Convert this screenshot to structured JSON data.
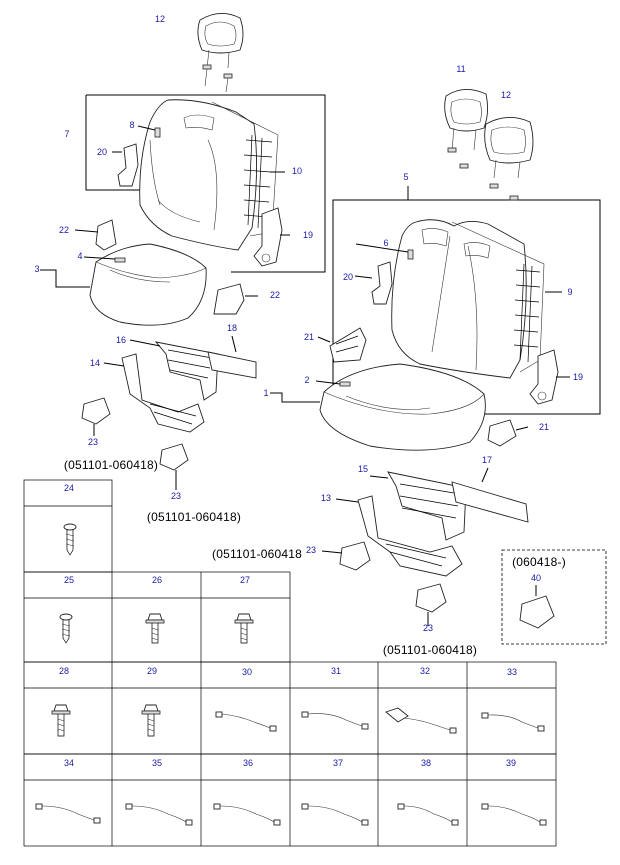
{
  "callouts": {
    "c1": "1",
    "c2": "2",
    "c3": "3",
    "c4": "4",
    "c5": "5",
    "c6": "6",
    "c7": "7",
    "c8": "8",
    "c9": "9",
    "c10": "10",
    "c11": "11",
    "c12a": "12",
    "c12b": "12",
    "c13": "13",
    "c14": "14",
    "c15": "15",
    "c16": "16",
    "c17": "17",
    "c18": "18",
    "c19a": "19",
    "c19b": "19",
    "c20a": "20",
    "c20b": "20",
    "c21a": "21",
    "c21b": "21",
    "c22a": "22",
    "c22b": "22",
    "c23a": "23",
    "c23b": "23",
    "c23c": "23",
    "c23d": "23",
    "c40": "40"
  },
  "dates": {
    "d1": "(051101-060418)",
    "d2": "(051101-060418)",
    "d3": "(051101-060418",
    "d4": "(060418-)",
    "d5": "(051101-060418)"
  },
  "cells": {
    "n24": "24",
    "n25": "25",
    "n26": "26",
    "n27": "27",
    "n28": "28",
    "n29": "29",
    "n30": "30",
    "n31": "31",
    "n32": "32",
    "n33": "33",
    "n34": "34",
    "n35": "35",
    "n36": "36",
    "n37": "37",
    "n38": "38",
    "n39": "39"
  }
}
